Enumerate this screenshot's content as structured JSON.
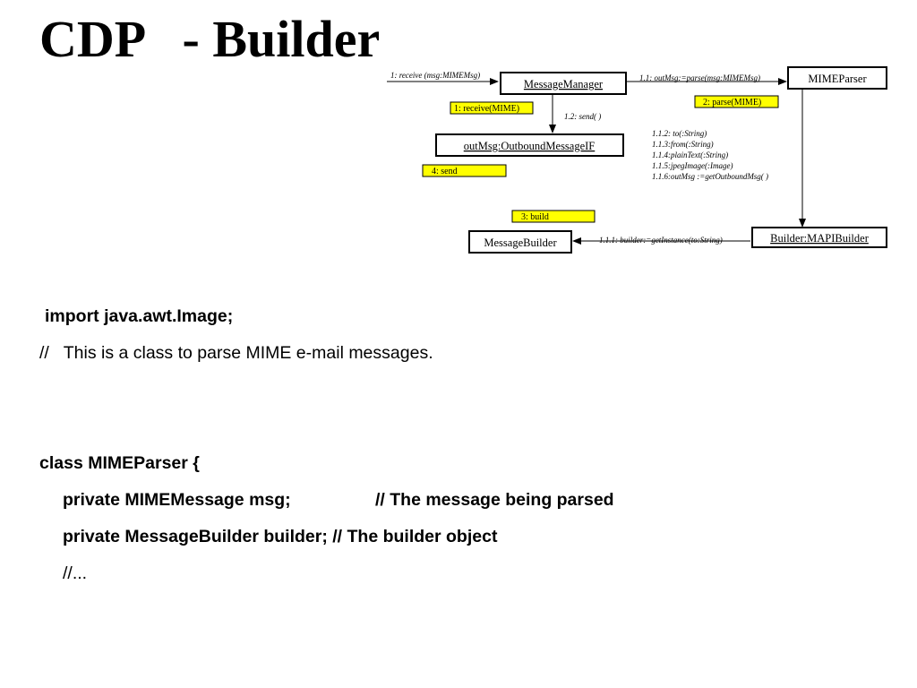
{
  "title": "CDP   - Builder",
  "diagram": {
    "objects": {
      "message_manager": "MessageManager",
      "mime_parser": "MIMEParser",
      "outbound_message": "outMsg:OutboundMessageIF",
      "message_builder": "MessageBuilder",
      "mapi_builder": "Builder:MAPIBuilder"
    },
    "messages": {
      "receive": "1: receive (msg:MIMEMsg)",
      "parse": "1.1: outMsg:=parse(msg:MIMEMsg)",
      "send": "1.2:  send( )",
      "get_instance": "1.1.1: builder:=getInstance(to:String)",
      "builder_calls": [
        "1.1.2: to(:String)",
        "1.1.3:from(:String)",
        "1.1.4:plainText(:String)",
        "1.1.5:jpegImage(:Image)",
        "1.1.6:outMsg :=getOutboundMsg( )"
      ]
    },
    "notes": {
      "receive_mime": "1:  receive(MIME)",
      "parse_mime": "2:  parse(MIME)",
      "send": "4: send",
      "build": "3: build"
    },
    "note_color": "#ffff00"
  },
  "code": {
    "import_line": "import java.awt.Image;",
    "comment_line": "//   This is a class to parse MIME e-mail messages.",
    "class_decl": "class MIMEParser {",
    "field1_code": "private MIMEMessage msg;",
    "field1_comment": "// The message being parsed",
    "field2": "private MessageBuilder builder; // The builder object",
    "ellipsis": "//..."
  }
}
